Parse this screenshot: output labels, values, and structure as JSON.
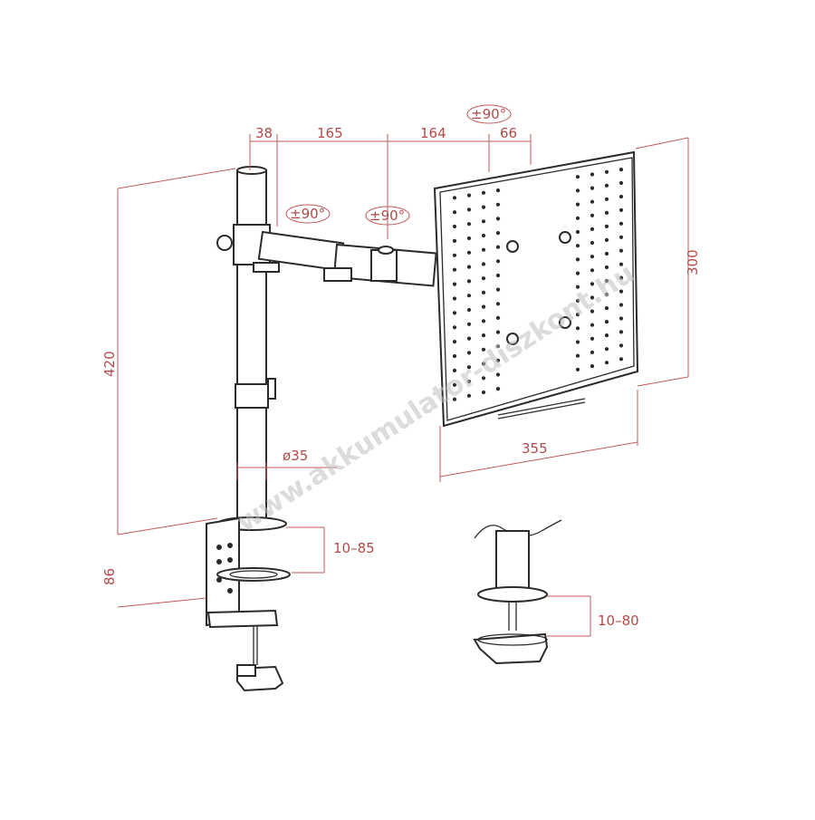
{
  "diagram": {
    "dimensions": {
      "top_offset": "38",
      "arm_segment_1": "165",
      "arm_segment_2": "164",
      "plate_offset": "66",
      "pole_height": "420",
      "clamp_height": "86",
      "plate_width": "355",
      "plate_height": "300",
      "pole_diameter": "ø35",
      "clamp_range": "10–85",
      "grommet_range": "10–80"
    },
    "rotations": {
      "top": "±90°",
      "joint_1": "±90°",
      "joint_2": "±90°"
    },
    "watermark": "www.akkumulator-diszkont.hu"
  }
}
